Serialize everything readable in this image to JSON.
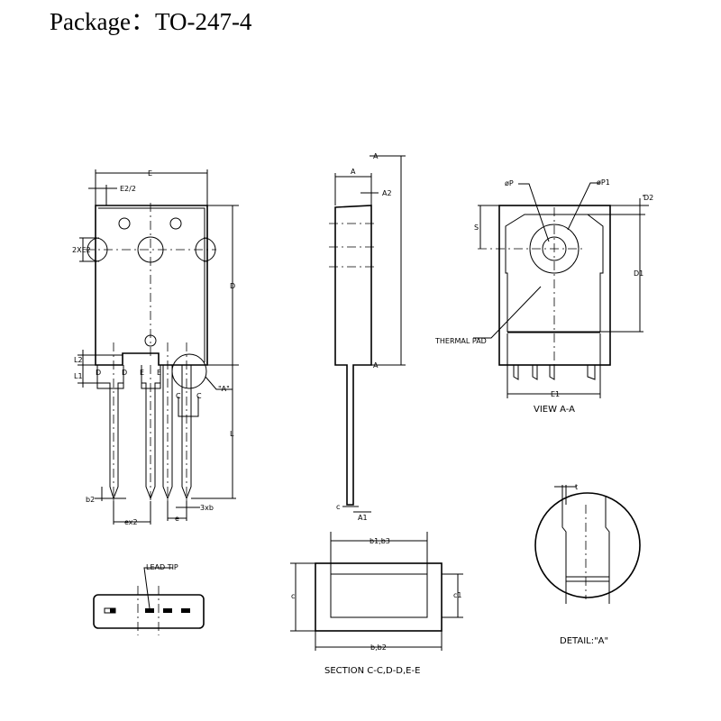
{
  "title": "Package：TO-247-4",
  "front_view": {
    "dims": {
      "E": "E",
      "E2_half": "E2/2",
      "twoxE2": "2XE2",
      "D": "D",
      "L2": "L2",
      "L1": "L1",
      "L": "L",
      "b2": "b2",
      "ex2": "ex2",
      "e": "e",
      "threexb": "3xb",
      "detail_ref": "\"A\""
    },
    "section_marks": {
      "D": "D",
      "E": "E",
      "C": "C"
    }
  },
  "side_view": {
    "dims": {
      "A": "A",
      "A2": "A2",
      "c": "c",
      "A1": "A1",
      "section": "A"
    }
  },
  "view_aa": {
    "label": "VIEW A-A",
    "dims": {
      "P": "øP",
      "P1": "øP1",
      "D2": "D2",
      "S": "S",
      "D1": "D1",
      "E1": "E1",
      "thermal_pad": "THERMAL PAD"
    }
  },
  "lead_tip": {
    "label": "LEAD TIP"
  },
  "section": {
    "label": "SECTION C-C,D-D,E-E",
    "dims": {
      "b1b3": "b1,b3",
      "bb2": "b,b2",
      "c": "c",
      "c1": "c1"
    }
  },
  "detail": {
    "label": "DETAIL:\"A\"",
    "dims": {
      "t": "t"
    }
  }
}
